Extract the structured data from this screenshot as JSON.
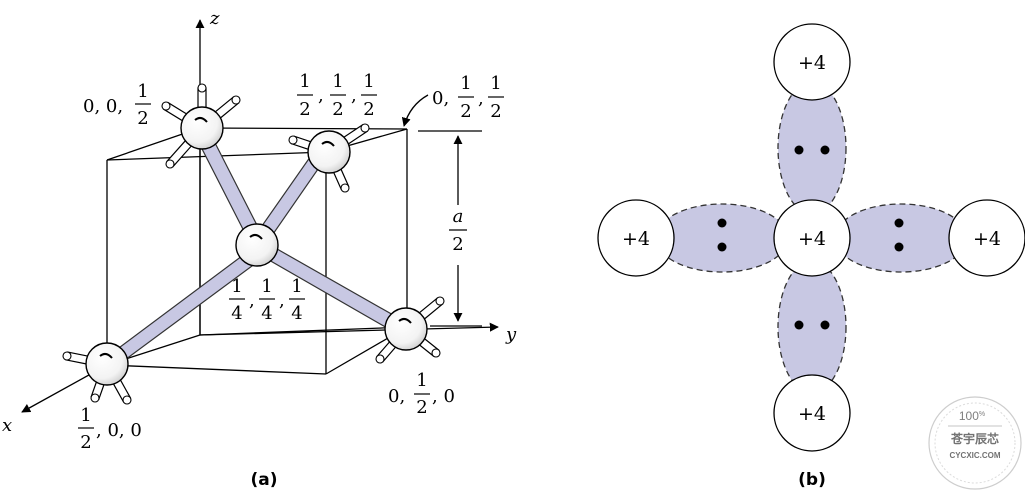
{
  "panel_a": {
    "caption": "(a)",
    "axes": {
      "z": "z",
      "y": "y",
      "x": "x"
    },
    "labels": {
      "top_left": {
        "prefix": "0, 0,",
        "num": "1",
        "den": "2"
      },
      "top_center": [
        {
          "num": "1",
          "den": "2"
        },
        {
          "num": "1",
          "den": "2"
        },
        {
          "num": "1",
          "den": "2"
        }
      ],
      "top_right": {
        "prefix": "0,",
        "f1_num": "1",
        "f1_den": "2",
        "f2_num": "1",
        "f2_den": "2"
      },
      "height": {
        "num": "a",
        "den": "2"
      },
      "center": [
        {
          "num": "1",
          "den": "4"
        },
        {
          "num": "1",
          "den": "4"
        },
        {
          "num": "1",
          "den": "4"
        }
      ],
      "bottom_right": {
        "prefix": "0,",
        "num": "1",
        "den": "2",
        "suffix": ", 0"
      },
      "bottom_left": {
        "num": "1",
        "den": "2",
        "suffix": ", 0, 0"
      }
    }
  },
  "panel_b": {
    "caption": "(b)",
    "charge": "+4",
    "colors": {
      "lobe_fill": "#c8c8e3",
      "lobe_stroke": "#333333"
    }
  },
  "watermark": {
    "top": "100",
    "top_sup": "%",
    "mid": "苍宇辰芯",
    "bottom": "CYCXIC.COM"
  }
}
